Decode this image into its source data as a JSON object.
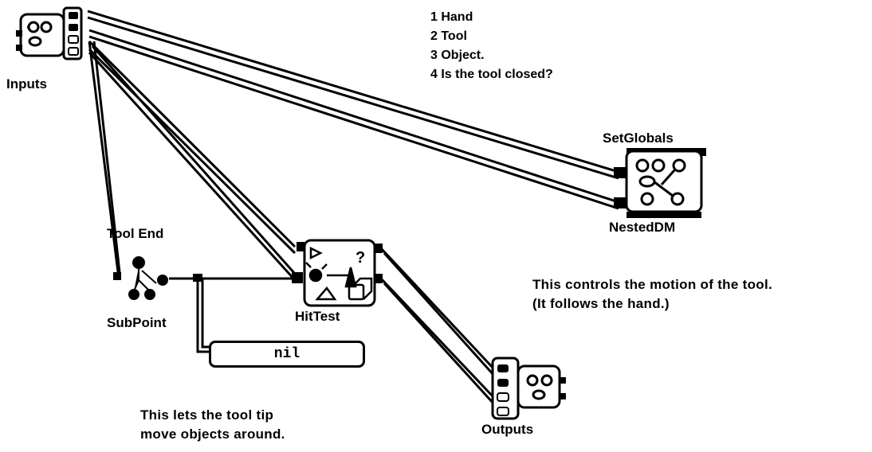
{
  "nodes": {
    "inputs": {
      "label": "Inputs"
    },
    "set_globals": {
      "label": "SetGlobals"
    },
    "nested_dm": {
      "label": "NestedDM"
    },
    "tool_end": {
      "label": "Tool End"
    },
    "sub_point": {
      "label": "SubPoint"
    },
    "hit_test": {
      "label": "HitTest"
    },
    "nil_box": {
      "value": "nil"
    },
    "outputs": {
      "label": "Outputs"
    }
  },
  "legend": {
    "items": [
      "1 Hand",
      "2 Tool",
      "3 Object.",
      "4 Is the tool closed?"
    ]
  },
  "notes": {
    "motion": [
      "This controls the motion of the tool.",
      "(It follows the hand.)"
    ],
    "tip": [
      "This lets the tool tip",
      "move objects around."
    ]
  }
}
